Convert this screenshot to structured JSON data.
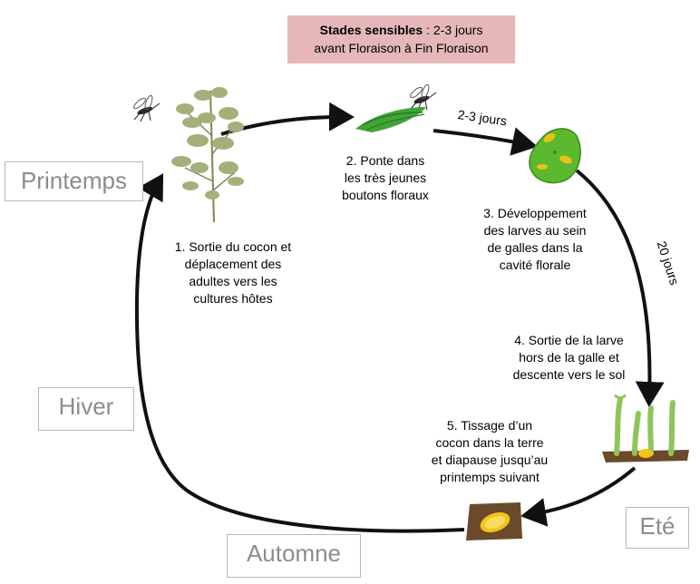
{
  "banner": {
    "bold": "Stades sensibles",
    "line1_rest": " : 2-3 jours",
    "line2": "avant Floraison à Fin Floraison"
  },
  "seasons": {
    "spring": "Printemps",
    "winter": "Hiver",
    "autumn": "Automne",
    "summer": "Eté"
  },
  "steps": {
    "s1": [
      "1. Sortie du cocon et",
      "déplacement des",
      "adultes vers les",
      "cultures hôtes"
    ],
    "s2": [
      "2. Ponte dans",
      "les très jeunes",
      "boutons floraux"
    ],
    "s3": [
      "3. Développement",
      "des larves au sein",
      "de galles dans la",
      "cavité florale"
    ],
    "s4": [
      "4. Sortie de la larve",
      "hors de la galle et",
      "descente vers le sol"
    ],
    "s5": [
      "5. Tissage d’un",
      "cocon dans la terre",
      "et diapause jusqu’au",
      "printemps suivant"
    ]
  },
  "durations": {
    "d1": "2-3 jours",
    "d2": "20 jours"
  },
  "colors": {
    "banner_bg": "#e6b7b9",
    "season_text": "#8c8c8c",
    "arrow": "#111111",
    "leaf_green": "#3fa535",
    "gall_green": "#5cb82e",
    "larva_yellow": "#f2c418",
    "soil_brown": "#6b4a2b"
  },
  "icons": [
    "midge-icon",
    "plant-icon",
    "flower-bud-icon",
    "gall-icon",
    "seedlings-icon",
    "cocoon-icon"
  ]
}
